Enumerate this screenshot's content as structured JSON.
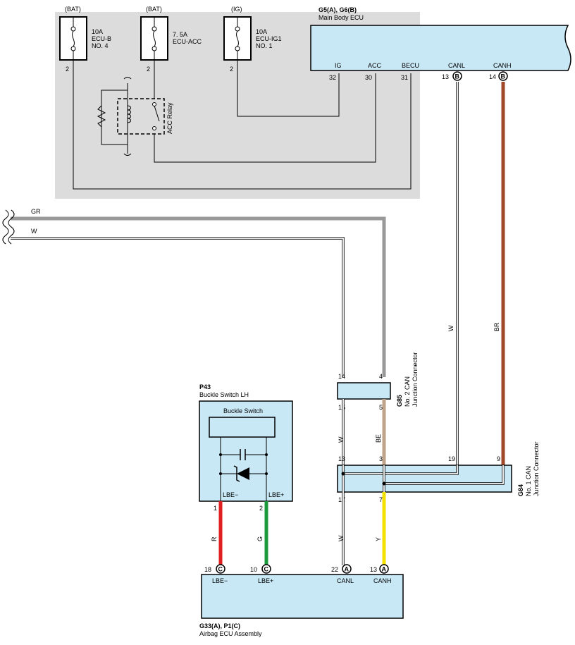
{
  "fuses": [
    {
      "source": "(BAT)",
      "rating": "10A",
      "name": "ECU-B",
      "no": "NO. 4",
      "pin": "2"
    },
    {
      "source": "(BAT)",
      "rating": "7. 5A",
      "name": "ECU-ACC",
      "no": "",
      "pin": "2"
    },
    {
      "source": "(IG)",
      "rating": "10A",
      "name": "ECU-IG1",
      "no": "NO. 1",
      "pin": "2"
    }
  ],
  "relay": {
    "label": "ACC Relay"
  },
  "main_body_ecu": {
    "code": "G5(A), G6(B)",
    "name": "Main Body ECU",
    "terminals": [
      "IG",
      "ACC",
      "BECU",
      "CANL",
      "CANH"
    ],
    "pins": [
      "32",
      "30",
      "31",
      "13",
      "14"
    ],
    "conn_letters": [
      "B",
      "B"
    ]
  },
  "wires": {
    "gr": "GR",
    "w_left": "W",
    "w_right": "W",
    "br": "BR",
    "w_g85": "W",
    "be": "BE",
    "w_lower": "W",
    "y": "Y",
    "r": "R",
    "g": "G"
  },
  "g85": {
    "code": "G85",
    "name1": "No. 2 CAN",
    "name2": "Junction Connector",
    "pins": [
      "14",
      "4",
      "15",
      "5"
    ]
  },
  "g84": {
    "code": "G84",
    "name1": "No. 1 CAN",
    "name2": "Junction Connector",
    "pins": [
      "13",
      "3",
      "19",
      "9",
      "17",
      "7"
    ]
  },
  "p43": {
    "code": "P43",
    "name": "Buckle Switch LH",
    "inner": "Buckle Switch",
    "terminals": [
      "LBE−",
      "LBE+"
    ],
    "pins": [
      "1",
      "2"
    ]
  },
  "airbag_ecu": {
    "code": "G33(A), P1(C)",
    "name": "Airbag ECU Assembly",
    "terminals": [
      "LBE−",
      "LBE+",
      "CANL",
      "CANH"
    ],
    "pins": [
      "18",
      "10",
      "22",
      "13"
    ],
    "conn_letters": [
      "C",
      "C",
      "A",
      "A"
    ]
  },
  "colors": {
    "gray_wire": "#999999",
    "brown": "#a0482a",
    "beige": "#c0a38b",
    "yellow": "#f2e000",
    "red": "#e02020",
    "green": "#1a9a3a",
    "box_fill": "#c9e8f6",
    "shade": "#dcdcdc"
  }
}
